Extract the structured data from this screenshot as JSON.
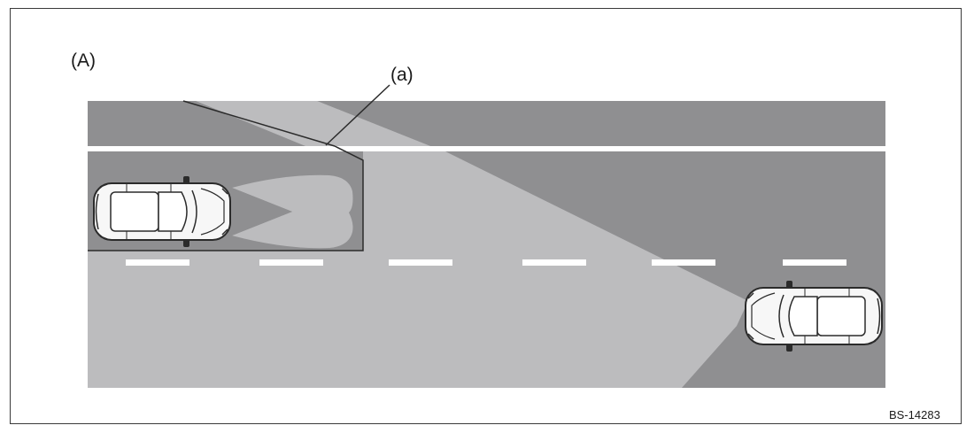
{
  "figure": {
    "panel_label": "(A)",
    "callout_label": "(a)",
    "figure_code": "BS-14283"
  },
  "colors": {
    "road": "#8f8f91",
    "beam": "#bcbcbe",
    "lane_marking": "#ffffff",
    "outline": "#2b2b2b"
  },
  "icons": [
    "car-top-view-icon",
    "car-top-view-icon"
  ]
}
